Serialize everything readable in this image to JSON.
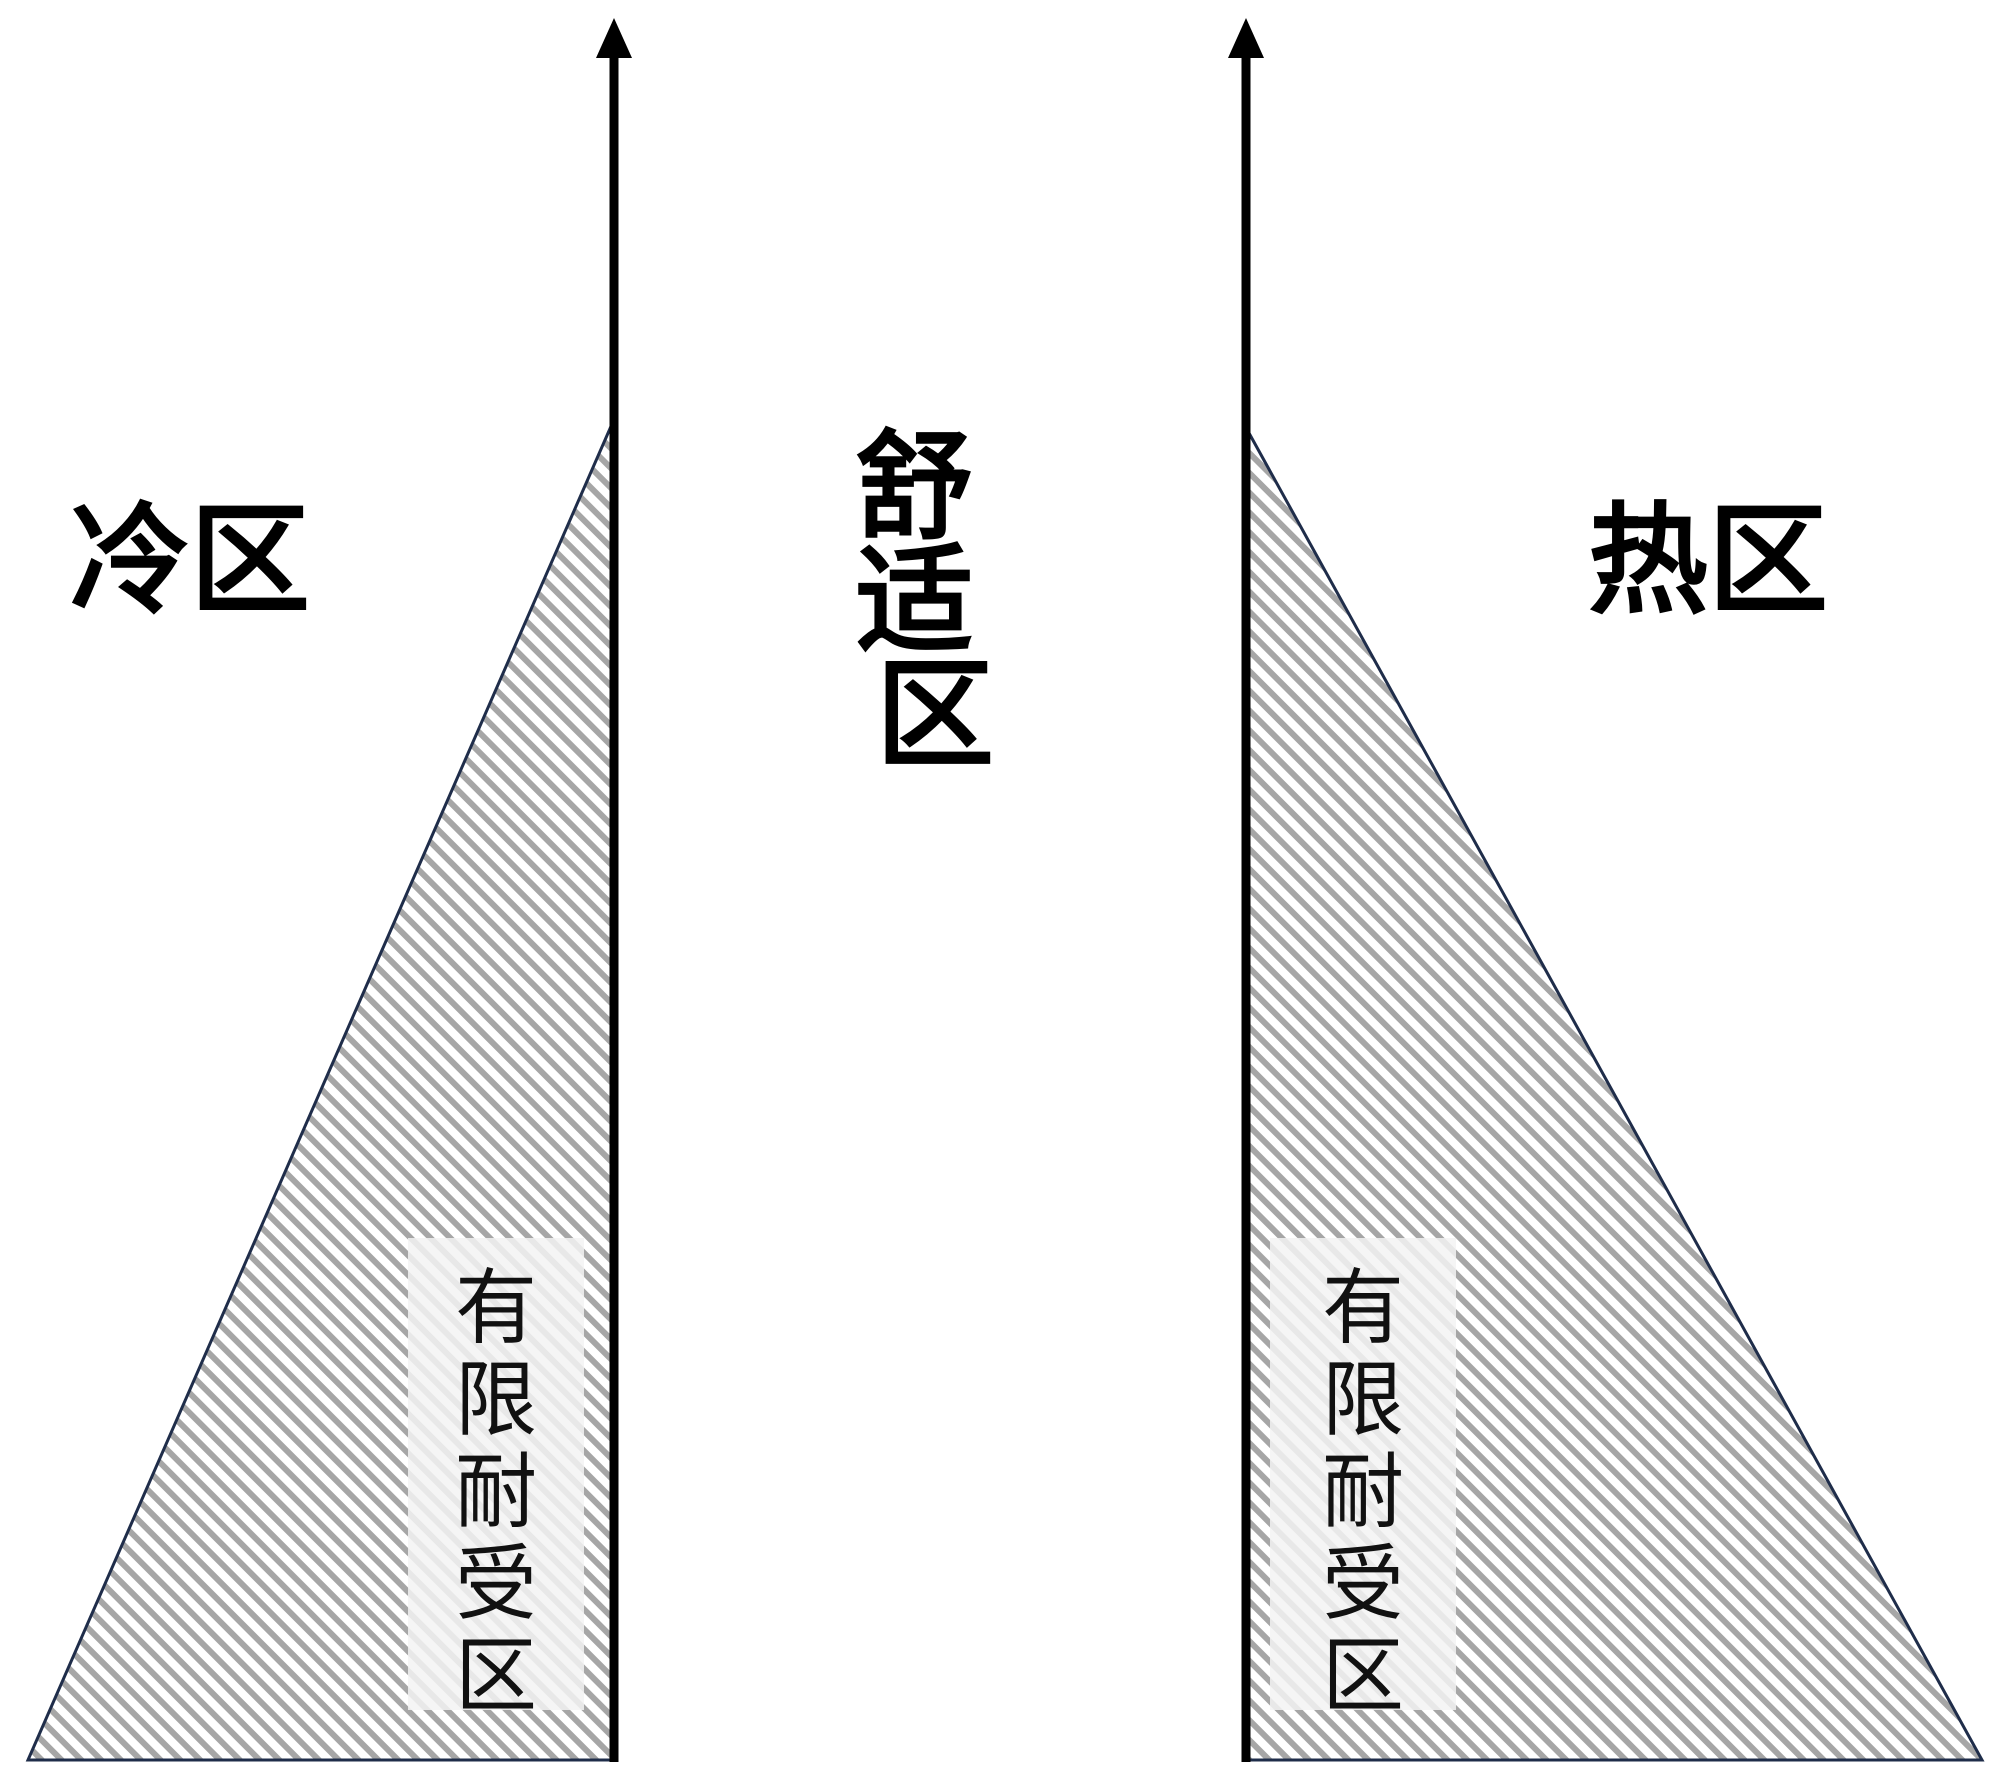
{
  "labels": {
    "cold_zone": "冷区",
    "comfort_zone": "舒适区",
    "hot_zone": "热区",
    "left_tolerance_zone": "有限耐受区",
    "right_tolerance_zone": "有限耐受区"
  },
  "colors": {
    "axis": "#000000",
    "triangle_outline": "#1f2d4a",
    "hatch_stripe": "#a6a6a6",
    "hatch_background": "#ffffff",
    "label_box": "#f3f3f3"
  }
}
